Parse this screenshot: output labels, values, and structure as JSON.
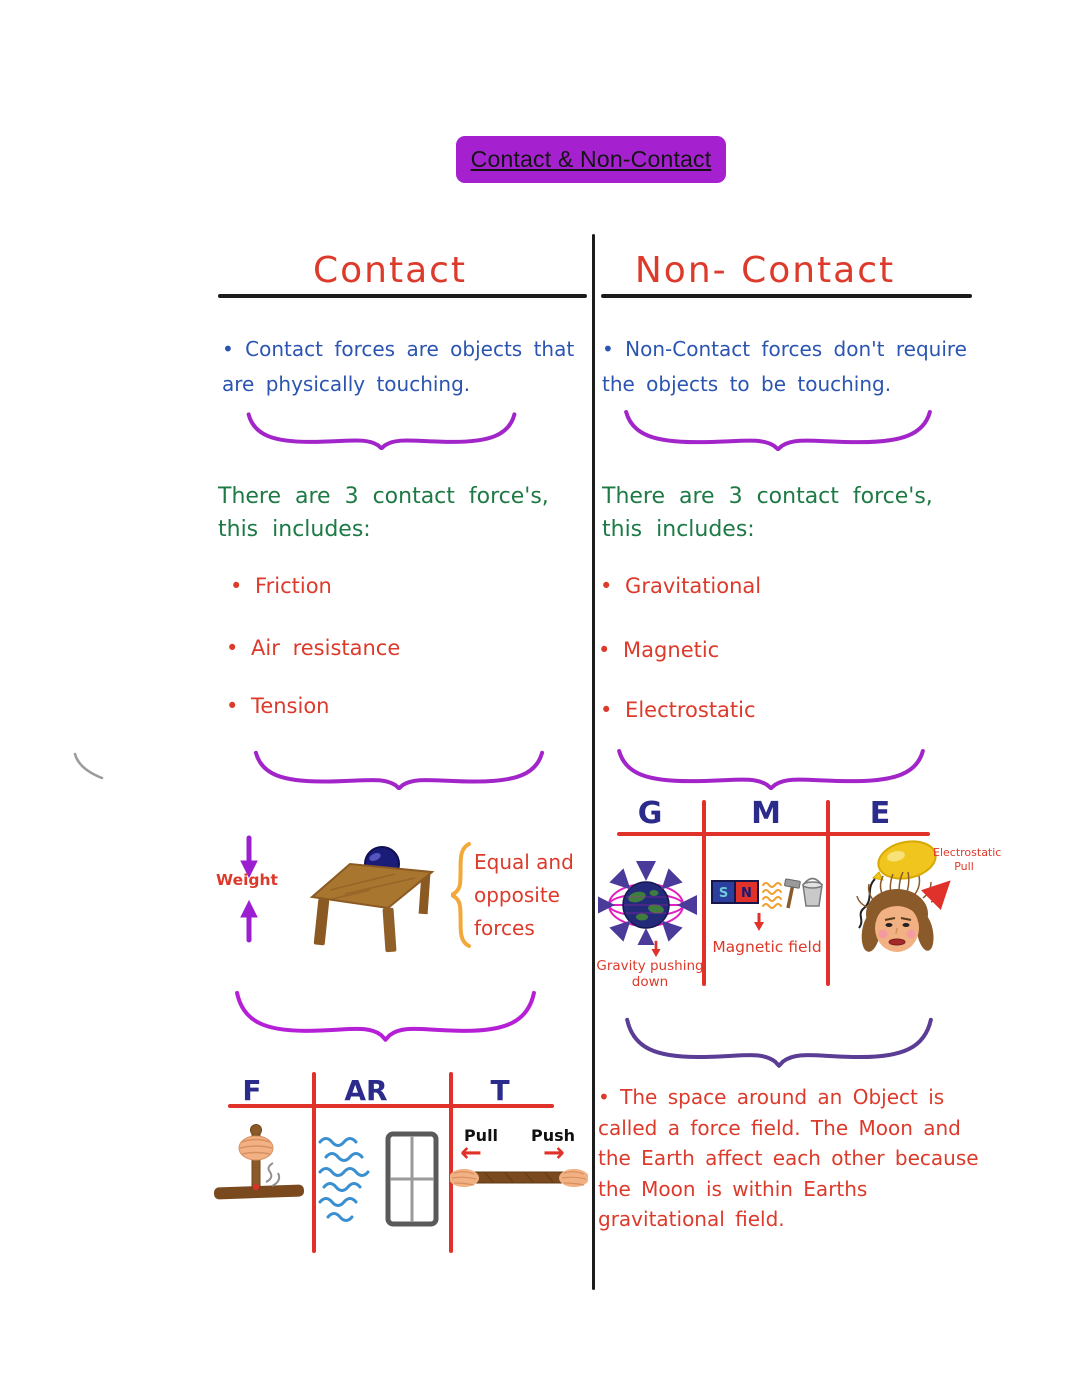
{
  "title": "Contact & Non-Contact",
  "icons": {
    "pull_arrow": "←",
    "push_arrow": "→"
  },
  "colors": {
    "highlight_purple": "#A520CE",
    "handwriting_red": "#DC3A2B",
    "handwriting_blue": "#2B55B0",
    "handwriting_green": "#1E7A45",
    "brace_purple": "#A225C9",
    "brace_magenta": "#B51FD6",
    "brace_indigo": "#5B3D96",
    "table_letter_navy": "#2B2B8C",
    "orange_brace": "#F2A93B",
    "table_line_red": "#E0312A",
    "ink_black": "#1C1C1C"
  },
  "contact": {
    "header": "Contact",
    "intro": "• Contact forces are objects that are physically touching.",
    "count_note": "There are 3 contact force's, this includes:",
    "items": [
      "• Friction",
      "• Air resistance",
      "• Tension"
    ],
    "weight_label": "Weight",
    "equal_note_lines": [
      "Equal and",
      "opposite forces"
    ],
    "table_headers": [
      "F",
      "AR",
      "T"
    ],
    "pull_label": "Pull",
    "push_label": "Push"
  },
  "non_contact": {
    "header": "Non- Contact",
    "intro": "• Non-Contact forces don't require the objects to be touching.",
    "count_note": "There are 3 contact force's, this includes:",
    "items": [
      "• Gravitational",
      "• Magnetic",
      "• Electrostatic"
    ],
    "table_headers": [
      "G",
      "M",
      "E"
    ],
    "magnet_poles": [
      "S",
      "N"
    ],
    "gravity_caption": "Gravity pushing down",
    "magnetic_caption": "Magnetic field",
    "electrostatic_caption": "Electrostatic Pull",
    "field_note": "• The space around an Object is called a force field. The Moon and the Earth affect each other because the Moon is within Earths gravitational field."
  }
}
